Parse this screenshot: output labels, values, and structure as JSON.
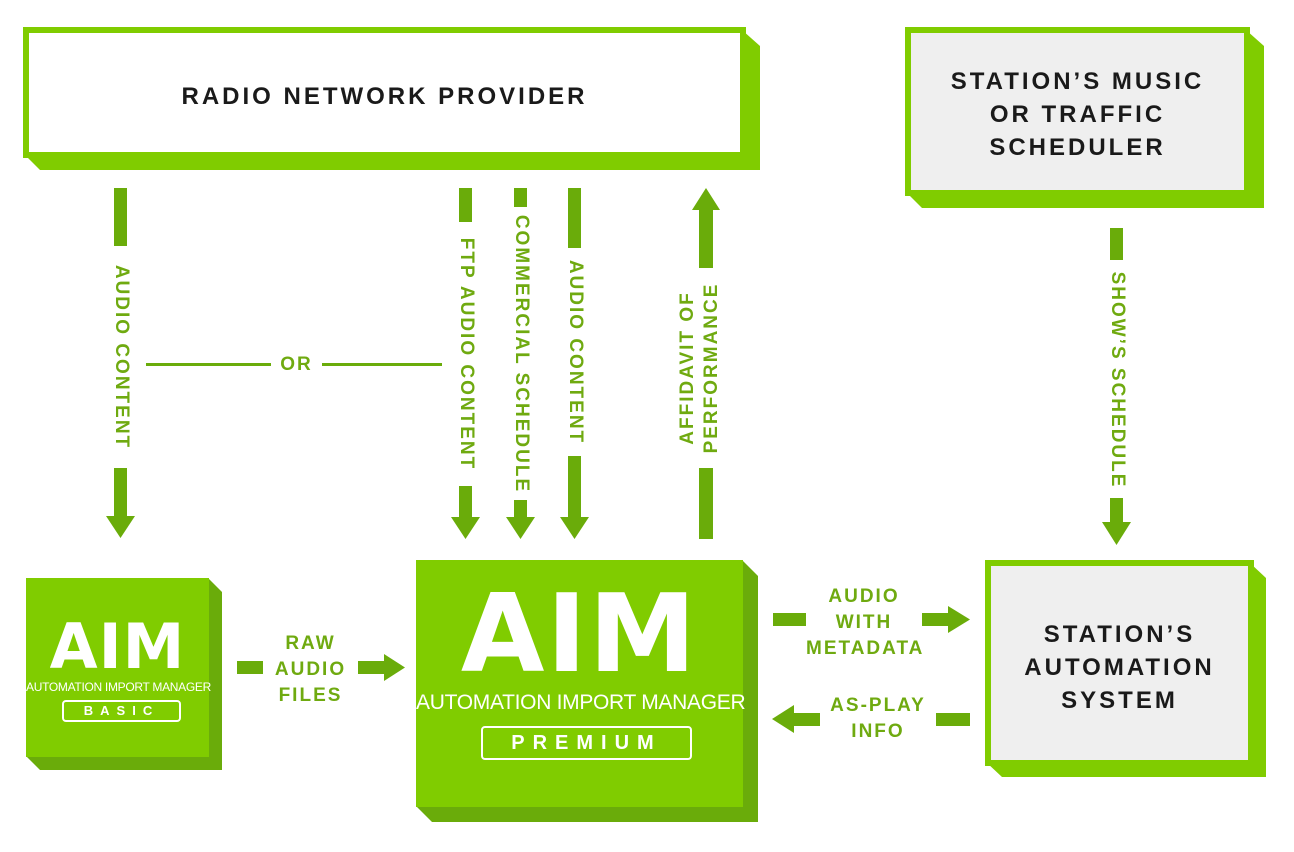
{
  "nodes": {
    "radio_network": "RADIO NETWORK PROVIDER",
    "music_scheduler": [
      "STATION’S MUSIC",
      "OR TRAFFIC",
      "SCHEDULER"
    ],
    "automation_system": [
      "STATION’S",
      "AUTOMATION",
      "SYSTEM"
    ],
    "aim_basic": {
      "logo": "AIM",
      "subtitle": "AUTOMATION IMPORT MANAGER",
      "tier": "BASIC"
    },
    "aim_premium": {
      "logo": "AIM",
      "subtitle": "AUTOMATION IMPORT MANAGER",
      "tier": "PREMIUM"
    }
  },
  "edges": {
    "audio_content_basic": "AUDIO CONTENT",
    "or": "OR",
    "ftp_audio_content": "FTP AUDIO CONTENT",
    "commercial_schedule": "COMMERCIAL SCHEDULE",
    "audio_content_premium": "AUDIO CONTENT",
    "affidavit": [
      "AFFIDAVIT OF",
      "PERFORMANCE"
    ],
    "shows_schedule": "SHOW’S SCHEDULE",
    "raw_audio_files": [
      "RAW",
      "AUDIO",
      "FILES"
    ],
    "audio_with_metadata": [
      "AUDIO",
      "WITH",
      "METADATA"
    ],
    "as_play_info": [
      "AS-PLAY",
      "INFO"
    ]
  },
  "colors": {
    "green": "#80cc00",
    "green_dark": "#6aac0a",
    "label_green": "#6faa10",
    "box_gray": "#efefef",
    "text_dark": "#1a1a1a"
  }
}
